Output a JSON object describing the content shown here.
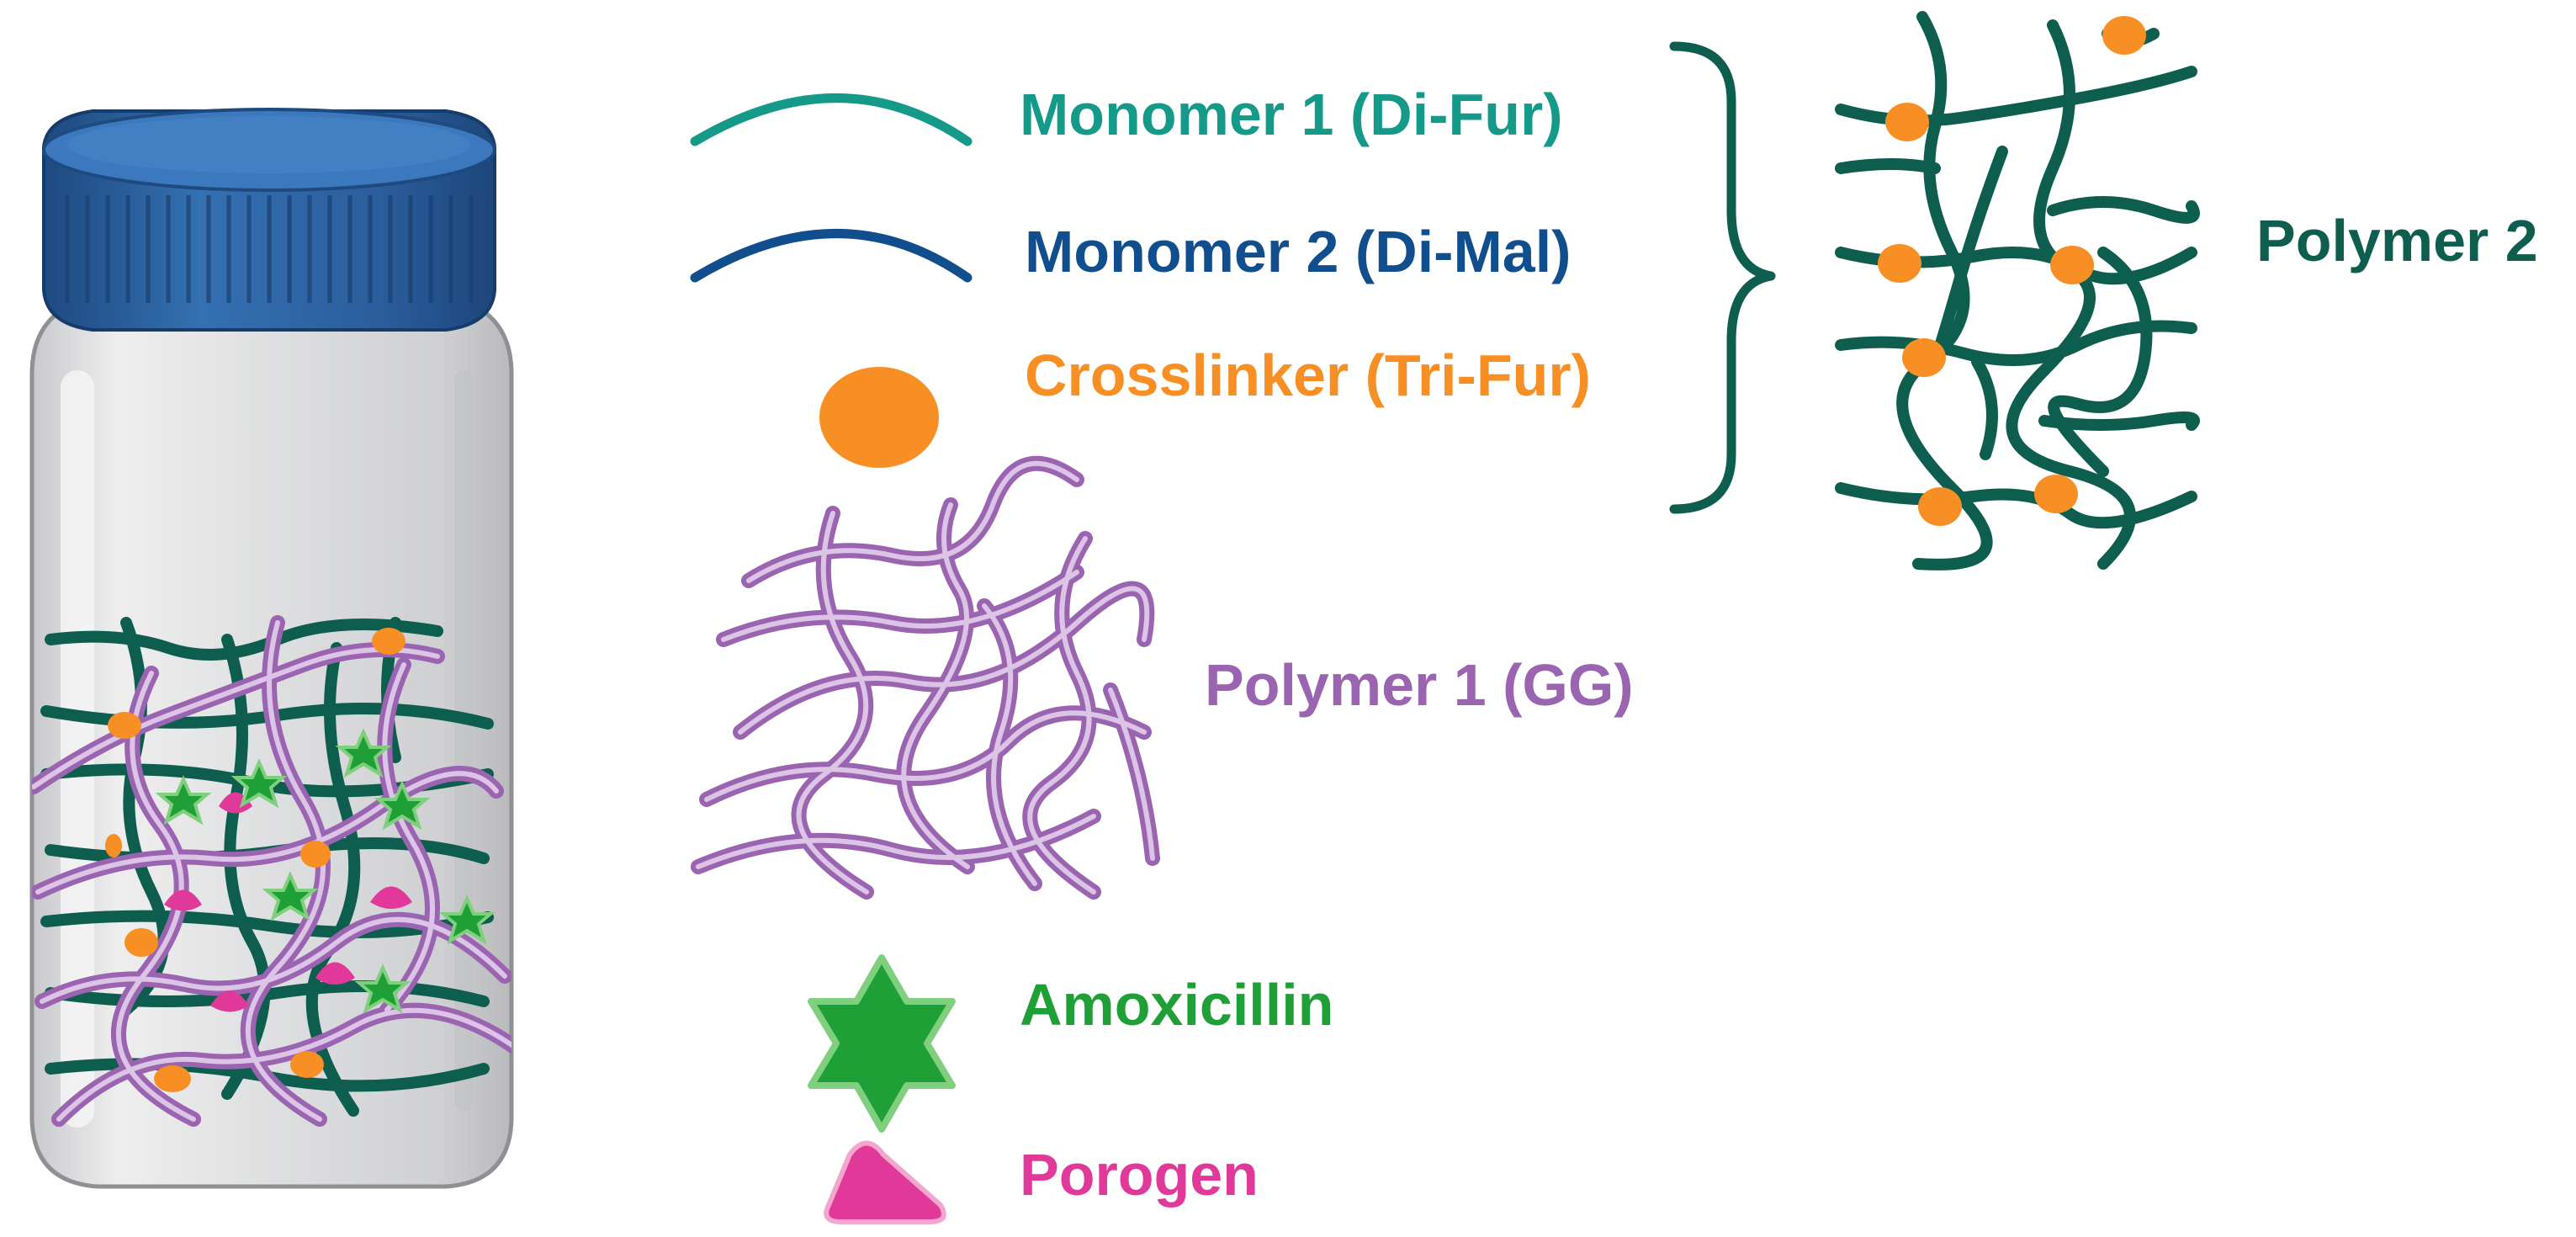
{
  "legend": {
    "monomer1": {
      "label": "Monomer 1 (Di-Fur)",
      "color": "#159a8a"
    },
    "monomer2": {
      "label": "Monomer 2 (Di-Mal)",
      "color": "#114e8e"
    },
    "crosslinker": {
      "label": "Crosslinker (Tri-Fur)",
      "color": "#f78f24"
    },
    "polymer1": {
      "label": "Polymer 1 (GG)",
      "color": "#9a64b0"
    },
    "amoxicillin": {
      "label": "Amoxicillin",
      "color": "#1fa037"
    },
    "porogen": {
      "label": "Porogen",
      "color": "#e0399a"
    }
  },
  "polymer2": {
    "label": "Polymer 2",
    "color": "#0e5e4f"
  },
  "icons": {
    "vial": "vial-icon",
    "network": "polymer-2-network-icon",
    "brace": "right-brace-icon",
    "gg": "polymer-1-strands-icon",
    "star": "six-point-star-icon",
    "triangle": "rounded-triangle-icon"
  },
  "colors": {
    "cap": "#2b5d9c",
    "cap_dark": "#1e4a80",
    "cap_light": "#3b78bd",
    "vial_glass": "#d9dadc",
    "vial_edge": "#8e9094",
    "network": "#0e5e4f",
    "gg_light": "#dcc4e6"
  }
}
